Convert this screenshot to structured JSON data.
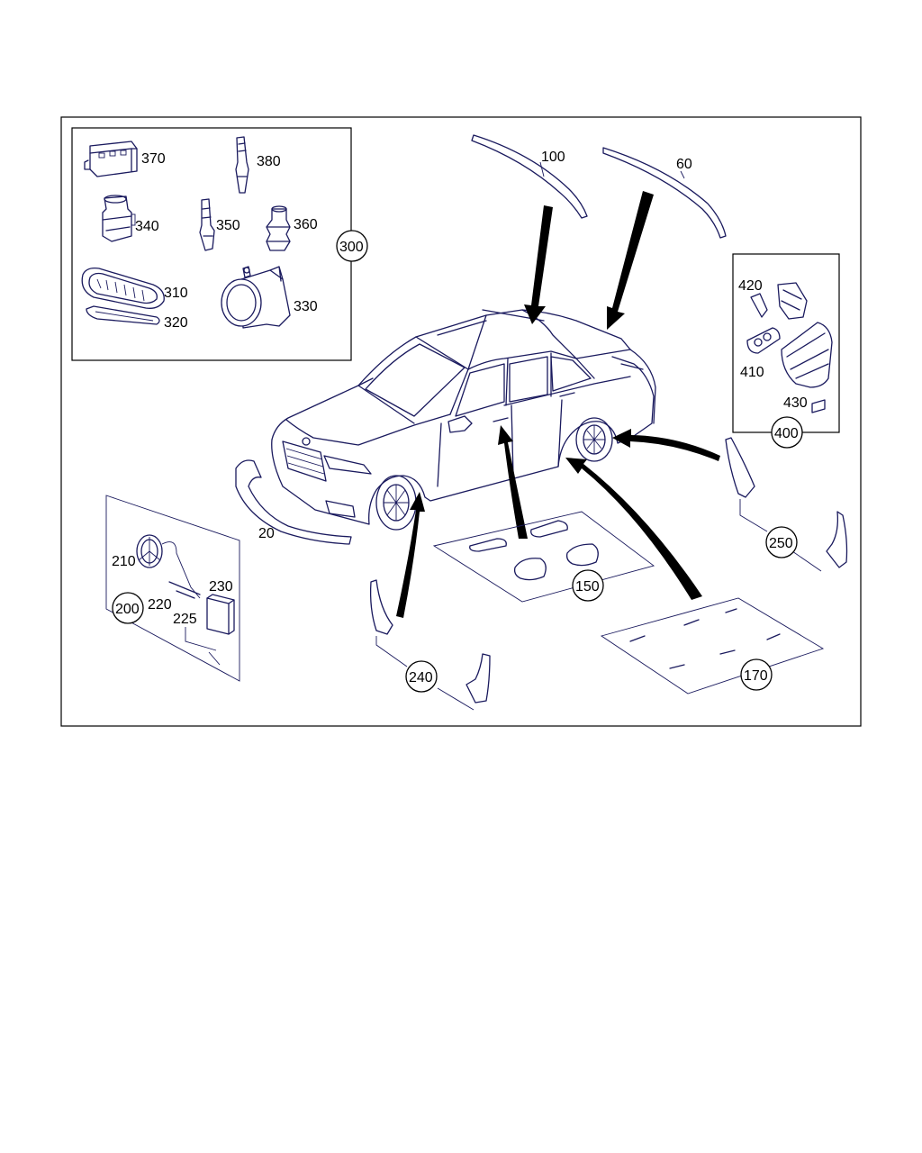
{
  "labels": {
    "l20": "20",
    "l60": "60",
    "l100": "100",
    "l150": "150",
    "l170": "170",
    "l200": "200",
    "l210": "210",
    "l220": "220",
    "l225": "225",
    "l230": "230",
    "l240": "240",
    "l250": "250",
    "l300": "300",
    "l310": "310",
    "l320": "320",
    "l330": "330",
    "l340": "340",
    "l350": "350",
    "l360": "360",
    "l370": "370",
    "l380": "380",
    "l400": "400",
    "l410": "410",
    "l420": "420",
    "l430": "430"
  },
  "colors": {
    "line": "#1a1a5e",
    "arrow": "#000000",
    "frame": "#000000"
  }
}
